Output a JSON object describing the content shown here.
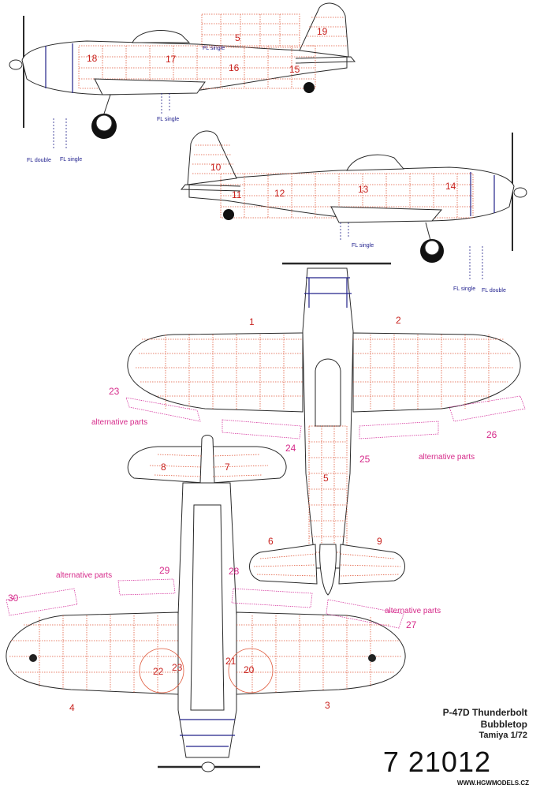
{
  "labels": {
    "p1": "1",
    "p2": "2",
    "p3": "3",
    "p4": "4",
    "p5a": "5",
    "p5b": "5",
    "p6": "6",
    "p7": "7",
    "p8": "8",
    "p9": "9",
    "p10": "10",
    "p11": "11",
    "p12": "12",
    "p13": "13",
    "p14": "14",
    "p15": "15",
    "p16": "16",
    "p17": "17",
    "p18": "18",
    "p19": "19",
    "p20": "20",
    "p21": "21",
    "p22": "22",
    "p23a": "23",
    "p23b": "23",
    "p24": "24",
    "p25": "25",
    "p26": "26",
    "p27": "27",
    "p28": "28",
    "p29": "29",
    "p30": "30"
  },
  "alt_label": "alternative parts",
  "fl": {
    "single": "FL single",
    "double": "FL double"
  },
  "title": {
    "line1": "P-47D Thunderbolt",
    "line2": "Bubbletop",
    "line3": "Tamiya 1/72",
    "code": "7 21012",
    "website": "WWW.HGWMODELS.CZ"
  },
  "colors": {
    "etch_orange": "#e05a3c",
    "label_red": "#c8201c",
    "alternative_magenta": "#d62a8a",
    "fl_blue": "#1c1c8c",
    "outline": "#2a2a2a"
  }
}
